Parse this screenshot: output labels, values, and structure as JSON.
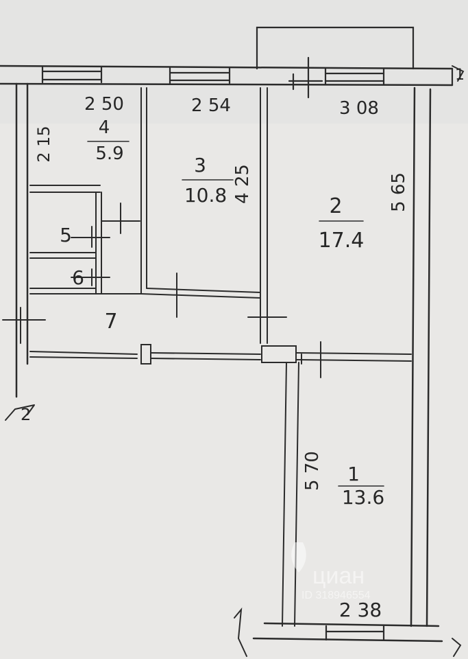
{
  "rooms": [
    {
      "id": "1",
      "number": "1",
      "area": "13.6"
    },
    {
      "id": "2",
      "number": "2",
      "area": "17.4"
    },
    {
      "id": "3",
      "number": "3",
      "area": "10.8"
    },
    {
      "id": "4",
      "number": "4",
      "area": "5.9"
    },
    {
      "id": "5",
      "number": "5"
    },
    {
      "id": "6",
      "number": "6"
    },
    {
      "id": "7",
      "number": "7"
    }
  ],
  "dimensions": {
    "room4_width": "2 50",
    "room4_length": "2 15",
    "room3_width": "2 54",
    "room3_length": "4 25",
    "room2_width": "3 08",
    "room2_length": "5 65",
    "room1_width": "2 38",
    "room1_length": "5 70"
  },
  "markers": {
    "left_break": "2",
    "top_right_break": "1"
  },
  "watermark": {
    "brand": "циан",
    "id_text": "ID 318946554"
  }
}
